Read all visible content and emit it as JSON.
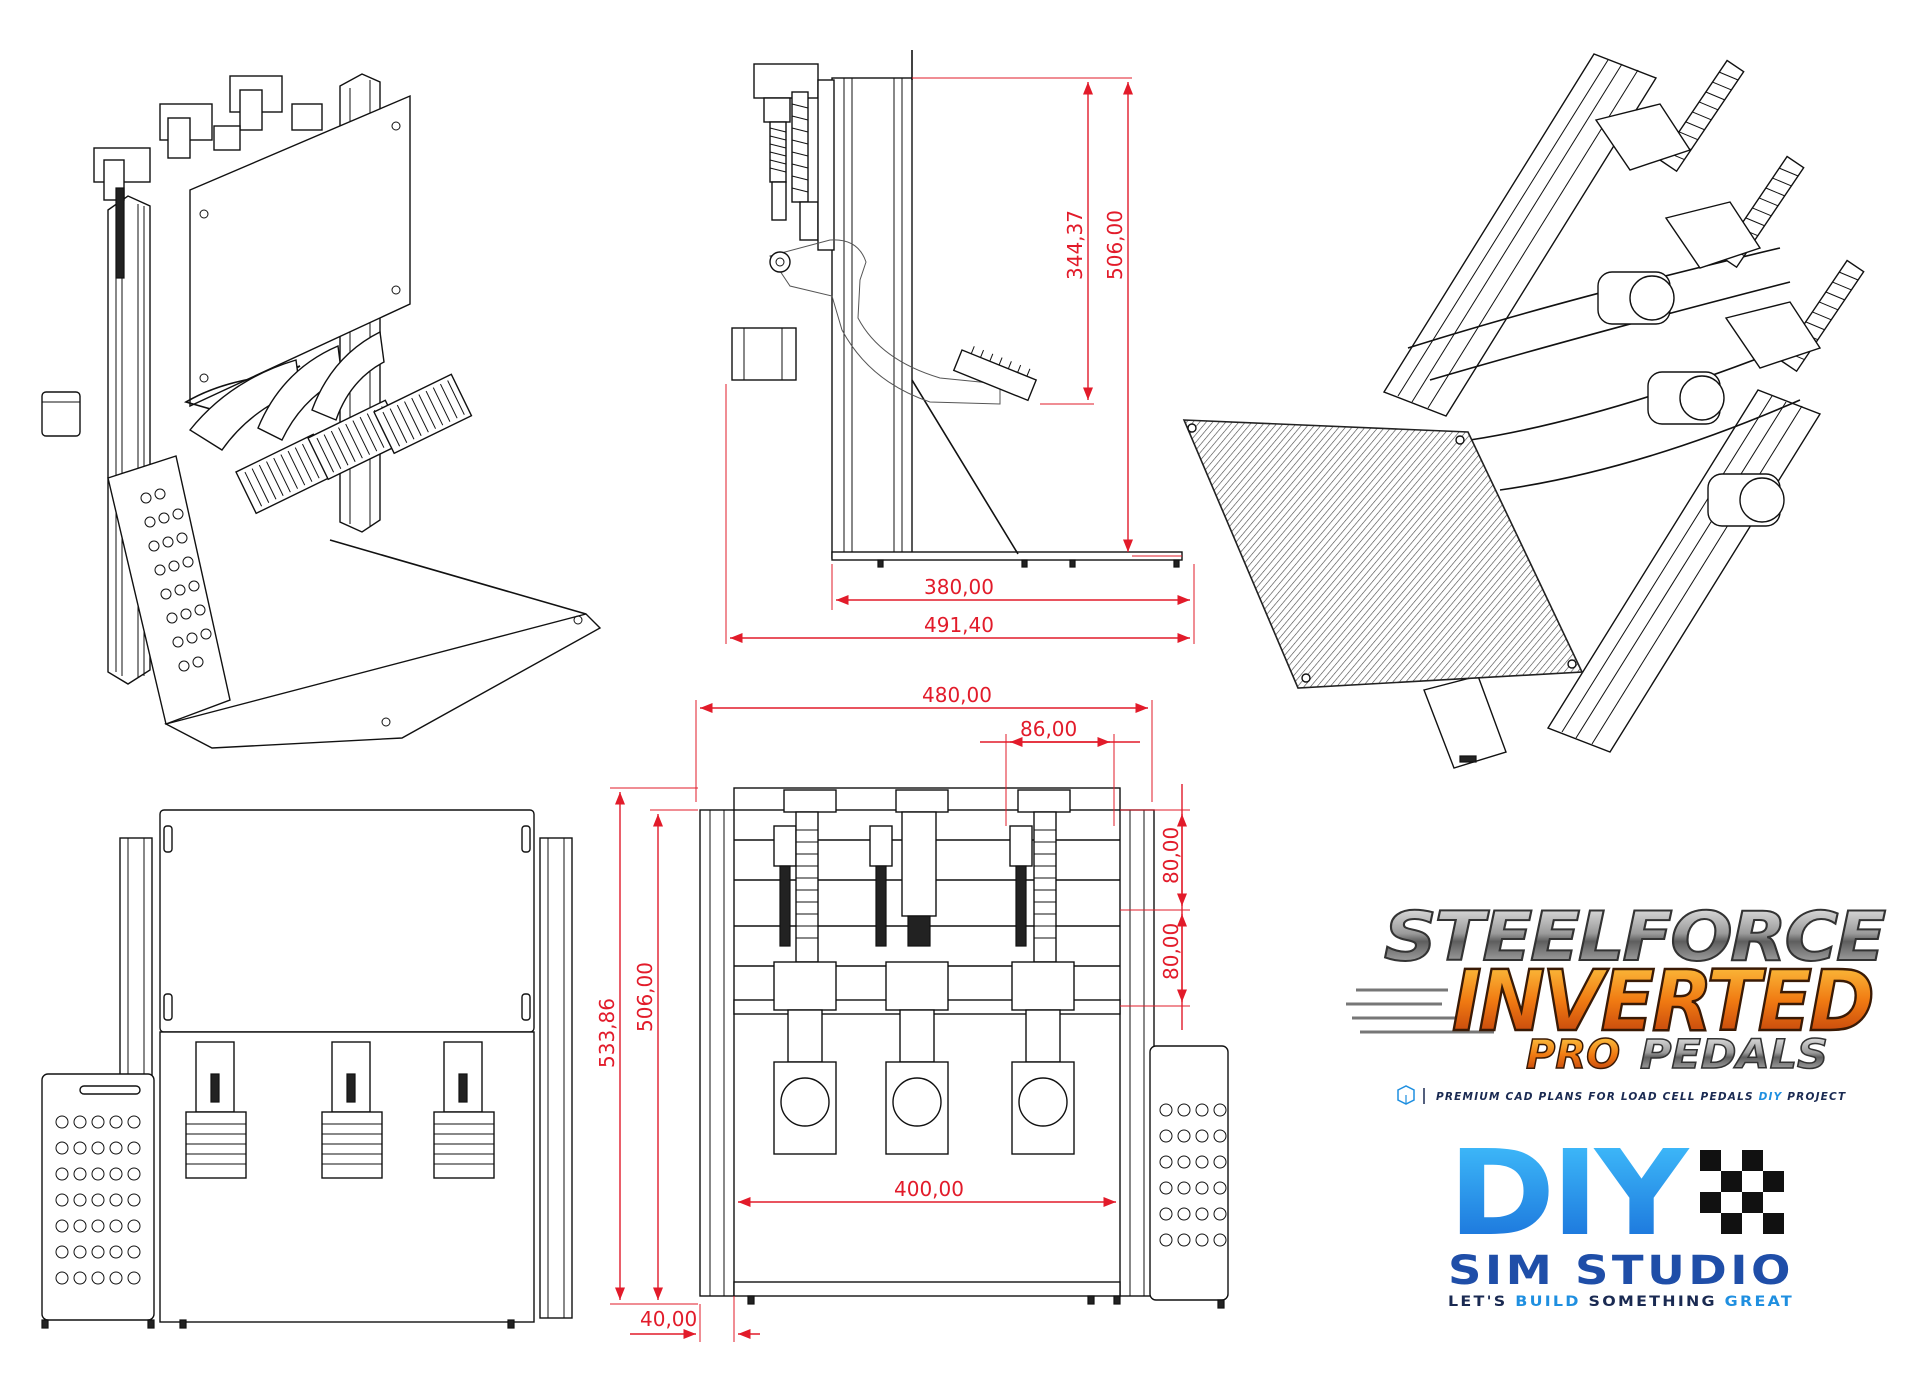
{
  "views": {
    "side": {
      "vertical_dims": [
        "344,37",
        "506,00"
      ],
      "horizontal_dims": [
        "380,00",
        "491,40"
      ]
    },
    "front": {
      "top_dims": [
        "480,00",
        "86,00"
      ],
      "left_dims": [
        "533,86",
        "506,00"
      ],
      "right_dims": [
        "80,00",
        "80,00"
      ],
      "inner_dim": "400,00",
      "bottom_dim": "40,00"
    }
  },
  "branding": {
    "title_line1": "STEELFORCE",
    "title_line2": "INVERTED",
    "title_pro": "PRO",
    "title_pedals": "PEDALS",
    "tagline_pre": "PREMIUM CAD PLANS FOR LOAD CELL PEDALS ",
    "tagline_diy": "DIY",
    "tagline_post": " PROJECT",
    "studio_big": "DIY",
    "studio_name": "SIM STUDIO",
    "slogan_pre": "LET'S ",
    "slogan_build": "BUILD",
    "slogan_mid": " SOMETHING ",
    "slogan_great": "GREAT",
    "colors": {
      "dimension": "#e21b2a",
      "brand_blue": "#1f8fe0",
      "brand_orange": "#ef6a12"
    }
  }
}
